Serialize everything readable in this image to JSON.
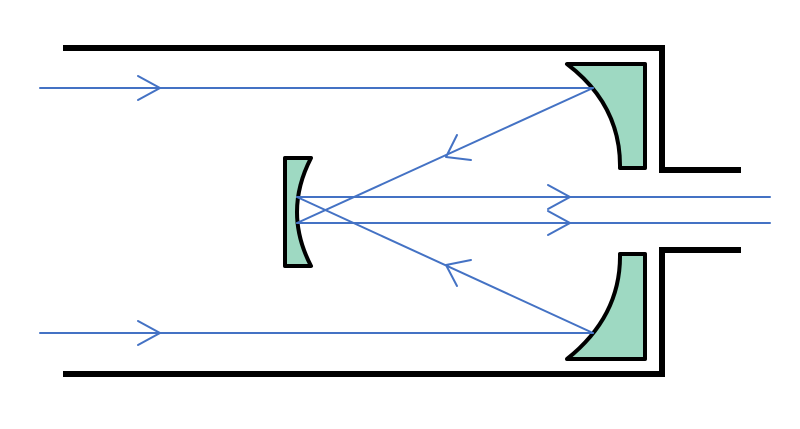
{
  "diagram": {
    "type": "optical-ray-diagram",
    "components": [
      "telescope-tube",
      "primary-mirror",
      "secondary-mirror",
      "eyepiece-tube",
      "light-rays"
    ]
  },
  "colors": {
    "ray": "#4472C4",
    "mirror_fill": "#9ED9C2",
    "outline": "#000000",
    "background": "#ffffff"
  }
}
